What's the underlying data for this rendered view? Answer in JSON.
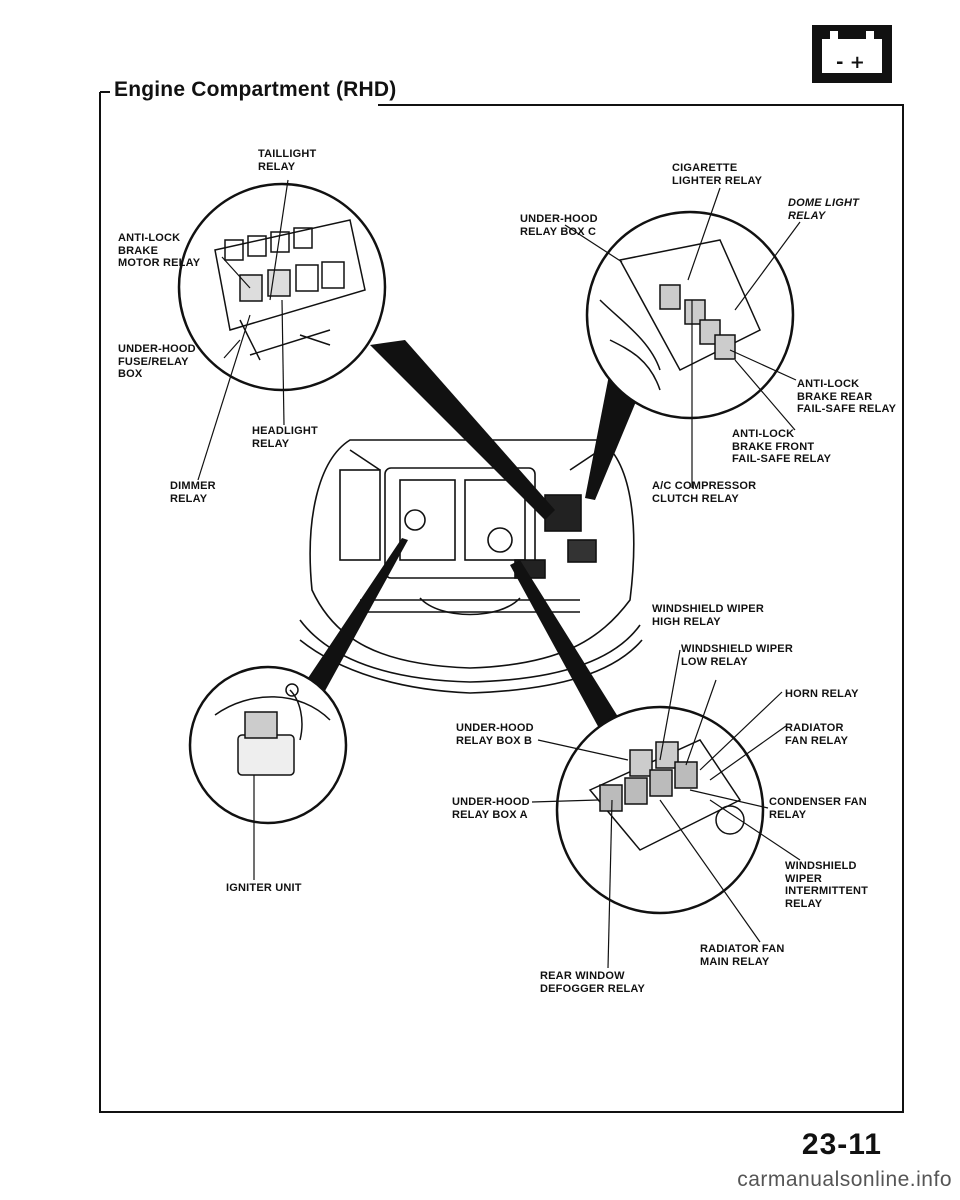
{
  "title": "Engine Compartment (RHD)",
  "icon": {
    "name": "battery-icon",
    "symbol": "- +"
  },
  "page_number": "23-11",
  "footer": "carmanualsonline.info",
  "labels": {
    "taillight": "TAILLIGHT\nRELAY",
    "cigarette": "CIGARETTE\nLIGHTER RELAY",
    "dome": "DOME LIGHT\nRELAY",
    "underhood_c": "UNDER-HOOD\nRELAY BOX C",
    "antilock_motor": "ANTI-LOCK\nBRAKE\nMOTOR RELAY",
    "underhood_fuse": "UNDER-HOOD\nFUSE/RELAY\nBOX",
    "antilock_rear": "ANTI-LOCK\nBRAKE REAR\nFAIL-SAFE RELAY",
    "headlight": "HEADLIGHT\nRELAY",
    "antilock_front": "ANTI-LOCK\nBRAKE FRONT\nFAIL-SAFE RELAY",
    "dimmer": "DIMMER\nRELAY",
    "ac_compressor": "A/C COMPRESSOR\nCLUTCH RELAY",
    "wiper_high": "WINDSHIELD WIPER\nHIGH RELAY",
    "wiper_low": "WINDSHIELD WIPER\nLOW RELAY",
    "horn": "HORN RELAY",
    "underhood_b": "UNDER-HOOD\nRELAY BOX B",
    "radiator_fan": "RADIATOR\nFAN RELAY",
    "underhood_a": "UNDER-HOOD\nRELAY BOX A",
    "condenser_fan": "CONDENSER FAN\nRELAY",
    "wiper_intermittent": "WINDSHIELD\nWIPER\nINTERMITTENT\nRELAY",
    "igniter": "IGNITER UNIT",
    "radiator_main": "RADIATOR FAN\nMAIN RELAY",
    "rear_defogger": "REAR WINDOW\nDEFOGGER RELAY"
  }
}
